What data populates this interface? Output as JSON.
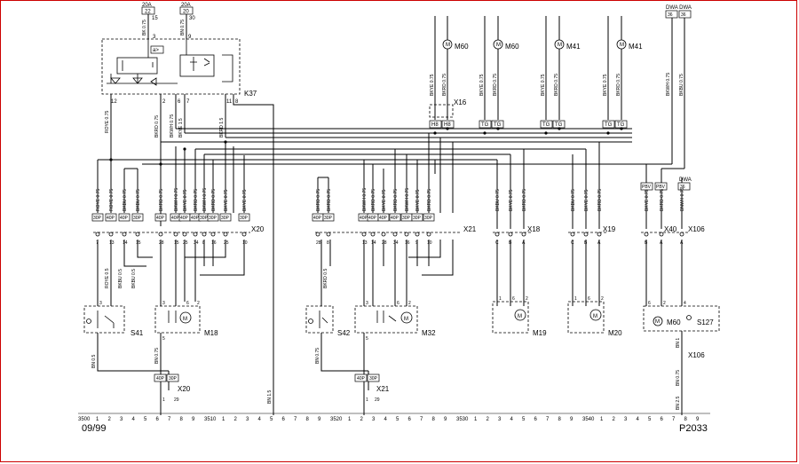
{
  "fuses": [
    {
      "rating": "20A",
      "code": "22",
      "pin": "15"
    },
    {
      "rating": "20A",
      "code": "20",
      "pin": "30"
    }
  ],
  "dwa": {
    "header": "DWA DWA",
    "codes": [
      "36",
      "36"
    ],
    "right_code": "36"
  },
  "components": {
    "relay": "K37",
    "motors_top": [
      "M60",
      "M60",
      "M41",
      "M41"
    ],
    "connectors_top": [
      "X16"
    ],
    "bus_connectors": [
      "X20",
      "X21",
      "X18",
      "X19",
      "X40",
      "X106"
    ],
    "switches": [
      "S41",
      "S42",
      "S127"
    ],
    "motors_bottom": [
      "M18",
      "M32",
      "M19",
      "M20",
      "M60"
    ],
    "lower_connectors": [
      "X20",
      "X21",
      "X106"
    ]
  },
  "top_tags": [
    "H8",
    "H8",
    "TG",
    "TG",
    "TG",
    "TG",
    "TG",
    "TG"
  ],
  "pbv_tags": [
    "PBV",
    "PBV"
  ],
  "relay_wires": [
    "BK 0.75",
    "BN 0.75"
  ],
  "relay_pins": [
    "3",
    "9",
    "12",
    "2",
    "6",
    "7",
    "11",
    "8"
  ],
  "x20_labels": [
    "ROYE 0.75",
    "ROYE 0.75",
    "BKBU 0.75",
    "BKBU 0.75",
    "BKRD 0.75",
    "BKWH 0.75",
    "BKYE 0.75",
    "BKRD 0.75",
    "BKWH 0.75",
    "BKRD 0.75",
    "BKYE 0.75",
    "BKYE 0.75"
  ],
  "x20_tags": [
    "30P",
    "40P",
    "40P",
    "30P",
    "40P",
    "40P",
    "40P",
    "40P",
    "30P",
    "30P",
    "30P",
    "30P"
  ],
  "x20_pins": [
    "7",
    "13",
    "14",
    "15",
    "28",
    "15",
    "25",
    "34",
    "8",
    "16",
    "25",
    "10"
  ],
  "x21_labels": [
    "BKRD 0.75",
    "BKRD 0.75",
    "BKWH 0.75",
    "BKRD 0.75",
    "BKYE 0.75",
    "BKRD 0.75",
    "BKWH 0.75",
    "BKYE 0.75",
    "BKRD 0.75"
  ],
  "x21_tags": [
    "40P",
    "30P",
    "40P",
    "40P",
    "40P",
    "40P",
    "30P",
    "30P",
    "30P"
  ],
  "x21_pins": [
    "28",
    "8",
    "13",
    "14",
    "28",
    "34",
    "16",
    "9",
    "10"
  ],
  "x18_labels": [
    "BKBU 0.75",
    "BKYE 0.75",
    "BKRD 0.75"
  ],
  "x18_pins": [
    "C",
    "B",
    "A"
  ],
  "x19_labels": [
    "BKBU 0.75",
    "BKYE 0.75",
    "BKRD 0.75"
  ],
  "x19_pins": [
    "C",
    "B",
    "A"
  ],
  "x40_labels": [
    "BKYE 0.75",
    "BKRD 0.75",
    "BNWH 0.75"
  ],
  "x40_pins": [
    "B",
    "A",
    "A"
  ],
  "top_wire_labels": [
    "BKYE 0.75",
    "BKRD 0.75",
    "BKYE 0.75",
    "BKRD 0.75",
    "BKYE 0.75",
    "BKRD 0.75",
    "BKYE 0.75",
    "BKRD 0.75",
    "BKWH 0.75",
    "BKBU 0.75"
  ],
  "side_labels": [
    "ROYE 0.75",
    "BKRD 0.75",
    "BKWH 0.75",
    "BKYE 1.5",
    "BKRD 1.5"
  ],
  "lower_labels": [
    "ROYE 0.5",
    "BKBU 0.5",
    "BKBU 0.5",
    "BKRD 0.5",
    "BN 0.5",
    "BN 0.75",
    "BN 0.75",
    "BN 1",
    "BN 0.75",
    "BN 2.5",
    "BN 1.5"
  ],
  "lower_tags": [
    "40P",
    "30P",
    "40P",
    "30P"
  ],
  "lower_pins": [
    "1",
    "29",
    "1",
    "29"
  ],
  "motor_pins": [
    "3",
    "6",
    "5",
    "2",
    "1",
    "4"
  ],
  "scale": {
    "markers": [
      "3500",
      "3510",
      "3520",
      "3530",
      "3540"
    ],
    "digits": [
      "1",
      "2",
      "3",
      "4",
      "5",
      "6",
      "7",
      "8",
      "9"
    ]
  },
  "footer": {
    "date": "09/99",
    "page": "P2033"
  }
}
